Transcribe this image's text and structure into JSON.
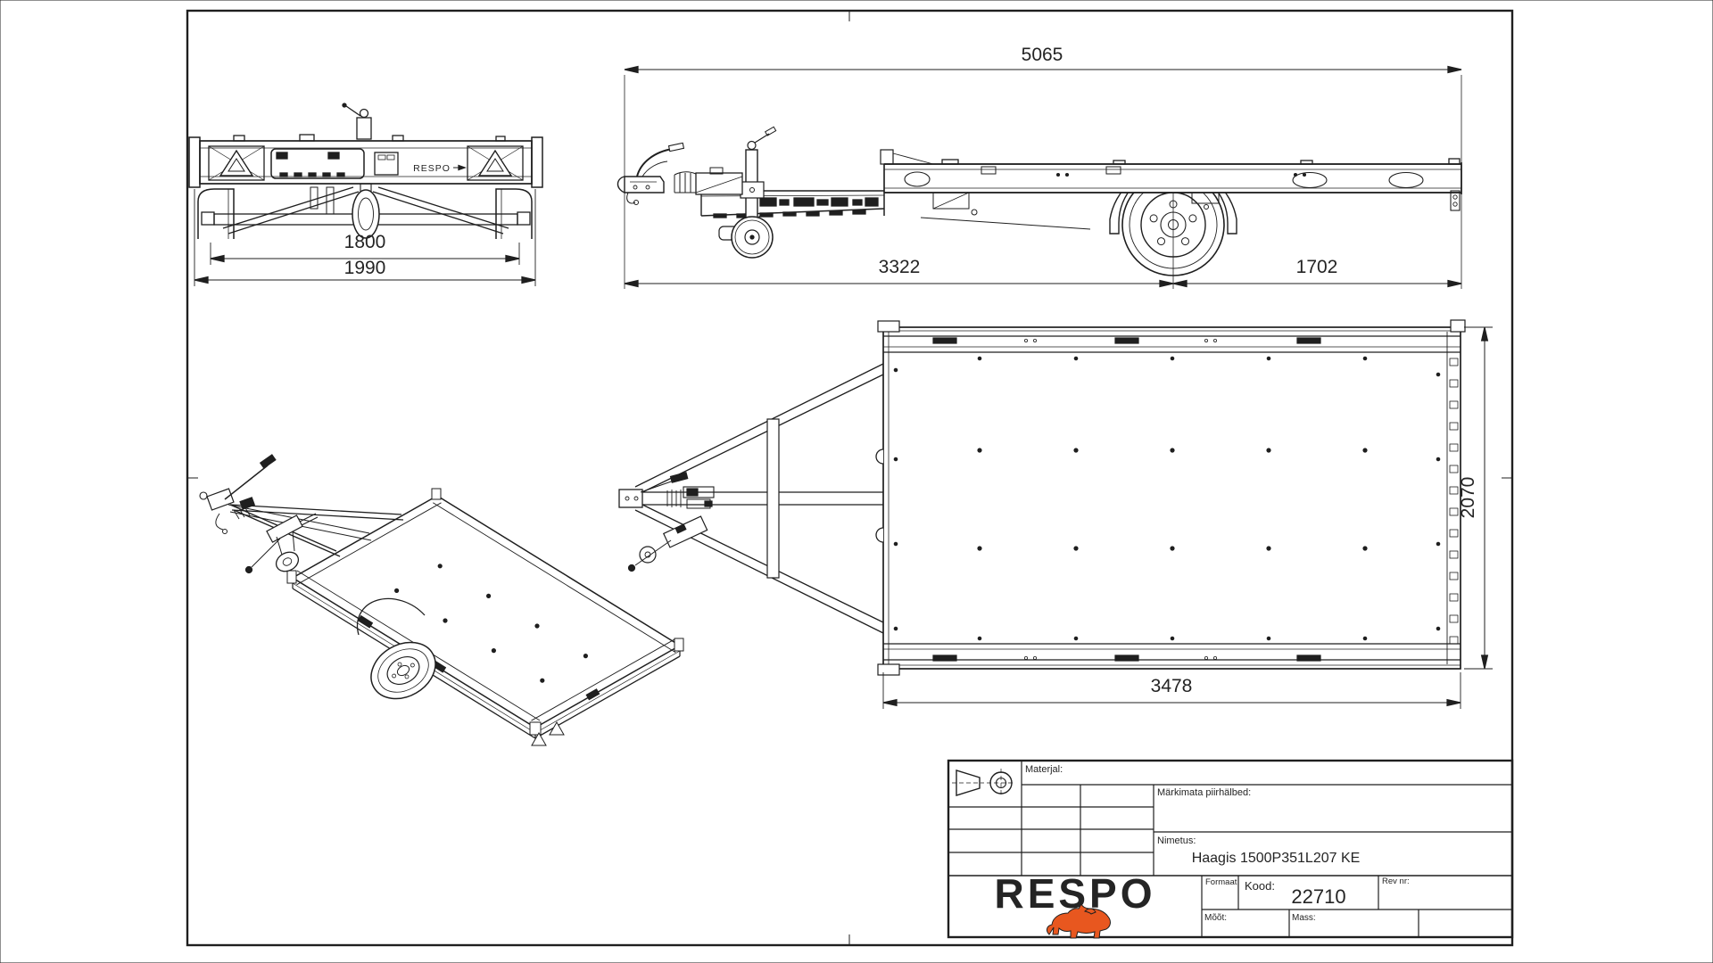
{
  "page": {
    "background": "#ffffff",
    "line_color": "#1f1f1f",
    "accent_color": "#e8571f"
  },
  "views": {
    "rear": {
      "brand_text": "RESPO",
      "dim_track_width": "1800",
      "dim_overall_width": "1990"
    },
    "side": {
      "dim_overall_length": "5065",
      "dim_coupling_to_axle": "3322",
      "dim_axle_to_rear": "1702"
    },
    "top": {
      "dim_bed_length": "3478",
      "dim_bed_width": "2070"
    }
  },
  "title_block": {
    "material_label": "Materjal:",
    "tolerances_label": "Märkimata piirhälbed:",
    "name_label": "Nimetus:",
    "name_value": "Haagis 1500P351L207 KE",
    "format_label": "Formaat",
    "code_label": "Kood:",
    "code_value": "22710",
    "rev_label": "Rev nr:",
    "scale_label": "Mõõt:",
    "mass_label": "Mass:",
    "logo_text": "RESPO"
  }
}
